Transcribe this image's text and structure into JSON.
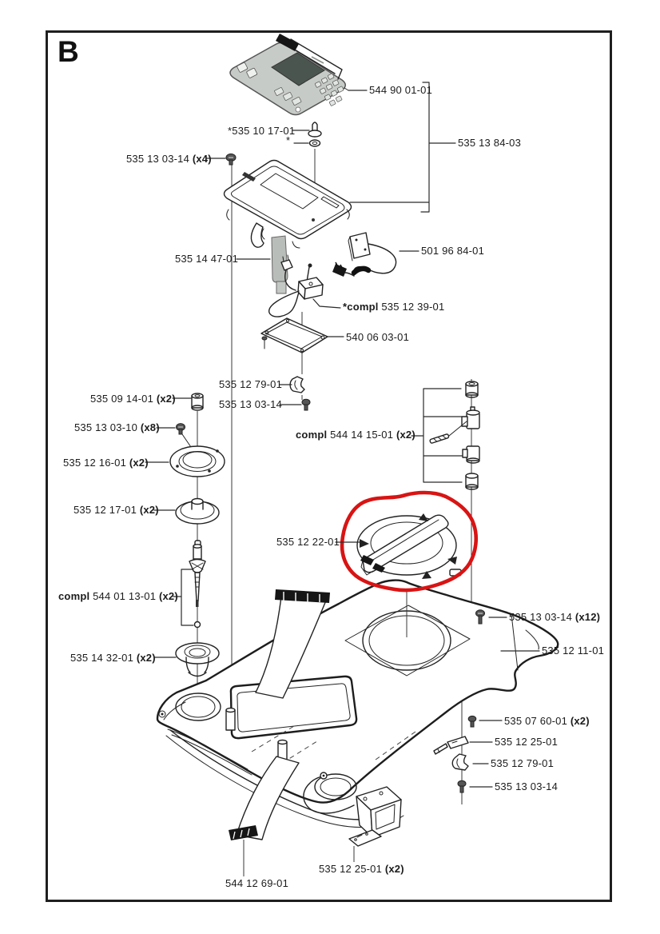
{
  "page": {
    "sheet_letter": "B"
  },
  "colors": {
    "highlight": "#d81414",
    "ink": "#222222",
    "panel_gray": "#c7cbc7",
    "screen_dark": "#4b554f"
  },
  "labels": [
    {
      "prefix": "",
      "num": "544 90 01-01",
      "qty": ""
    },
    {
      "prefix": "",
      "num": "535 13 84-03",
      "qty": ""
    },
    {
      "prefix": "",
      "num": "*535 10 17-01",
      "qty": ""
    },
    {
      "prefix": "",
      "num": "*",
      "qty": ""
    },
    {
      "prefix": "",
      "num": "535 13 03-14",
      "qty": " (x4)"
    },
    {
      "prefix": "",
      "num": "535 14 47-01",
      "qty": ""
    },
    {
      "prefix": "",
      "num": "501 96 84-01",
      "qty": ""
    },
    {
      "prefix": "*compl ",
      "num": "535 12 39-01",
      "qty": ""
    },
    {
      "prefix": "",
      "num": "540 06 03-01",
      "qty": ""
    },
    {
      "prefix": "",
      "num": "535 12 79-01",
      "qty": ""
    },
    {
      "prefix": "",
      "num": "535 13 03-14",
      "qty": ""
    },
    {
      "prefix": "",
      "num": "535 09 14-01",
      "qty": " (x2)"
    },
    {
      "prefix": "",
      "num": "535 13 03-10",
      "qty": " (x8)"
    },
    {
      "prefix": "",
      "num": "535 12 16-01",
      "qty": " (x2)"
    },
    {
      "prefix": "",
      "num": "535 12 17-01",
      "qty": " (x2)"
    },
    {
      "prefix": "compl ",
      "num": "544 14 15-01",
      "qty": " (x2)"
    },
    {
      "prefix": "",
      "num": "535 12 22-01",
      "qty": ""
    },
    {
      "prefix": "compl ",
      "num": "544 01 13-01",
      "qty": " (x2)"
    },
    {
      "prefix": "",
      "num": "535 14 32-01",
      "qty": " (x2)"
    },
    {
      "prefix": "",
      "num": "535 13 03-14",
      "qty": " (x12)"
    },
    {
      "prefix": "",
      "num": "535 12 11-01",
      "qty": ""
    },
    {
      "prefix": "",
      "num": "535 07 60-01",
      "qty": " (x2)"
    },
    {
      "prefix": "",
      "num": "535 12 25-01",
      "qty": ""
    },
    {
      "prefix": "",
      "num": "535 12 79-01",
      "qty": ""
    },
    {
      "prefix": "",
      "num": "535 13 03-14",
      "qty": ""
    },
    {
      "prefix": "",
      "num": "535 12 25-01",
      "qty": " (x2)"
    },
    {
      "prefix": "",
      "num": "544 12 69-01",
      "qty": ""
    }
  ]
}
